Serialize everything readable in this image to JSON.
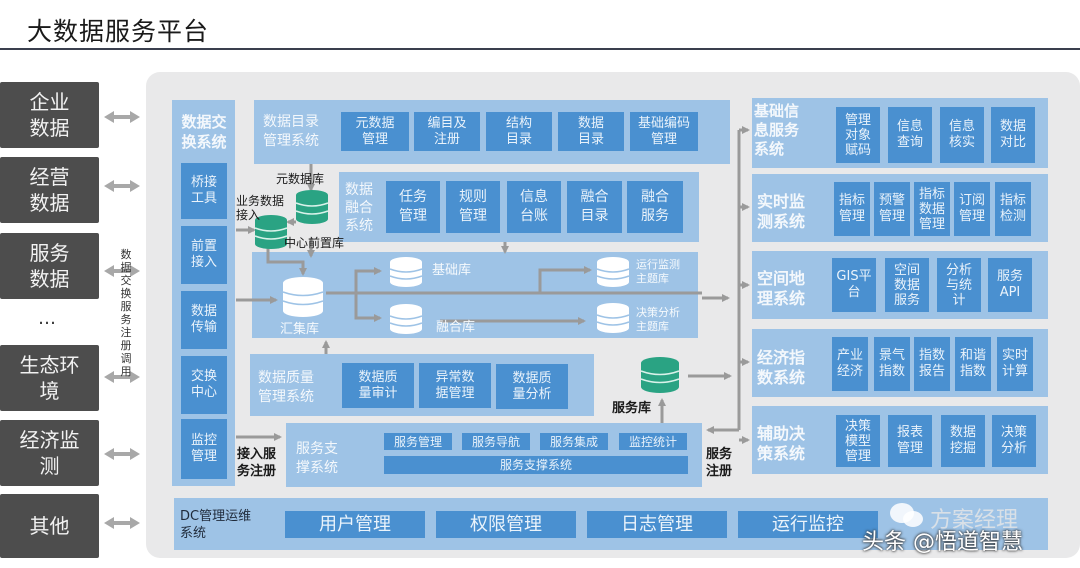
{
  "title": "大数据服务平台",
  "sources": [
    {
      "label": "企业\n数据"
    },
    {
      "label": "经营\n数据"
    },
    {
      "label": "服务\n数据"
    },
    {
      "label": "生态环\n境"
    },
    {
      "label": "经济监\n测"
    },
    {
      "label": "其他"
    }
  ],
  "ellipsis": "…",
  "exchange_note": "数据交换服务注册调用",
  "exchange_system": {
    "title": "数据交换系统",
    "items": [
      "桥接\n工具",
      "前置\n接入",
      "数据\n传输",
      "交换\n中心",
      "监控\n管理"
    ]
  },
  "catalog_system": {
    "title": "数据目录\n管理系统",
    "items": [
      "元数据\n管理",
      "编目及\n注册",
      "结构\n目录",
      "数据\n目录",
      "基础编码\n管理"
    ]
  },
  "fusion_system": {
    "title": "数据\n融合\n系统",
    "items": [
      "任务\n管理",
      "规则\n管理",
      "信息\n台账",
      "融合\n目录",
      "融合\n服务"
    ]
  },
  "databases": {
    "metadata_db": "元数据库",
    "business_ingest": "业务数据\n接入",
    "central_front_db": "中心前置库",
    "collection_db": "汇集库",
    "base_db": "基础库",
    "fusion_db": "融合库",
    "ops_monitor_db": "运行监测\n主题库",
    "decision_db": "决策分析\n主题库",
    "service_db": "服务库"
  },
  "quality_system": {
    "title": "数据质量\n管理系统",
    "items": [
      "数据质\n量审计",
      "异常数\n据管理",
      "数据质\n量分析"
    ]
  },
  "service_support": {
    "title": "服务支\n撑系统",
    "chips": [
      "服务管理",
      "服务导航",
      "服务集成",
      "监控统计"
    ],
    "bar": "服务支撑系统",
    "ingest_label": "接入服\n务注册",
    "register_label": "服务\n注册"
  },
  "right_systems": [
    {
      "title": "基础信\n息服务\n系统",
      "items": [
        "管理\n对象\n赋码",
        "信息\n查询",
        "信息\n核实",
        "数据\n对比"
      ]
    },
    {
      "title": "实时监\n测系统",
      "items": [
        "指标\n管理",
        "预警\n管理",
        "指标\n数据\n管理",
        "订阅\n管理",
        "指标\n检测"
      ]
    },
    {
      "title": "空间地\n理系统",
      "items": [
        "GIS平\n台",
        "空间\n数据\n服务",
        "分析\n与统\n计",
        "服务\nAPI"
      ]
    },
    {
      "title": "经济指\n数系统",
      "items": [
        "产业\n经济",
        "景气\n指数",
        "指数\n报告",
        "和谐\n指数",
        "实时\n计算"
      ]
    },
    {
      "title": "辅助决\n策系统",
      "items": [
        "决策\n模型\n管理",
        "报表\n管理",
        "数据\n挖掘",
        "决策\n分析"
      ]
    }
  ],
  "ops_system": {
    "title": "DC管理运维\n系统",
    "items": [
      "用户管理",
      "权限管理",
      "日志管理",
      "运行监控"
    ]
  },
  "watermarks": {
    "wechat": "方案经理",
    "toutiao": "头条 @悟道智慧"
  },
  "colors": {
    "source_box": "#4d4d4d",
    "panel": "#e9e9ea",
    "light_blue": "#9ec3e6",
    "mid_blue": "#4a90d0",
    "db_green": "#2aa383",
    "arrow": "#a0a0a0"
  }
}
